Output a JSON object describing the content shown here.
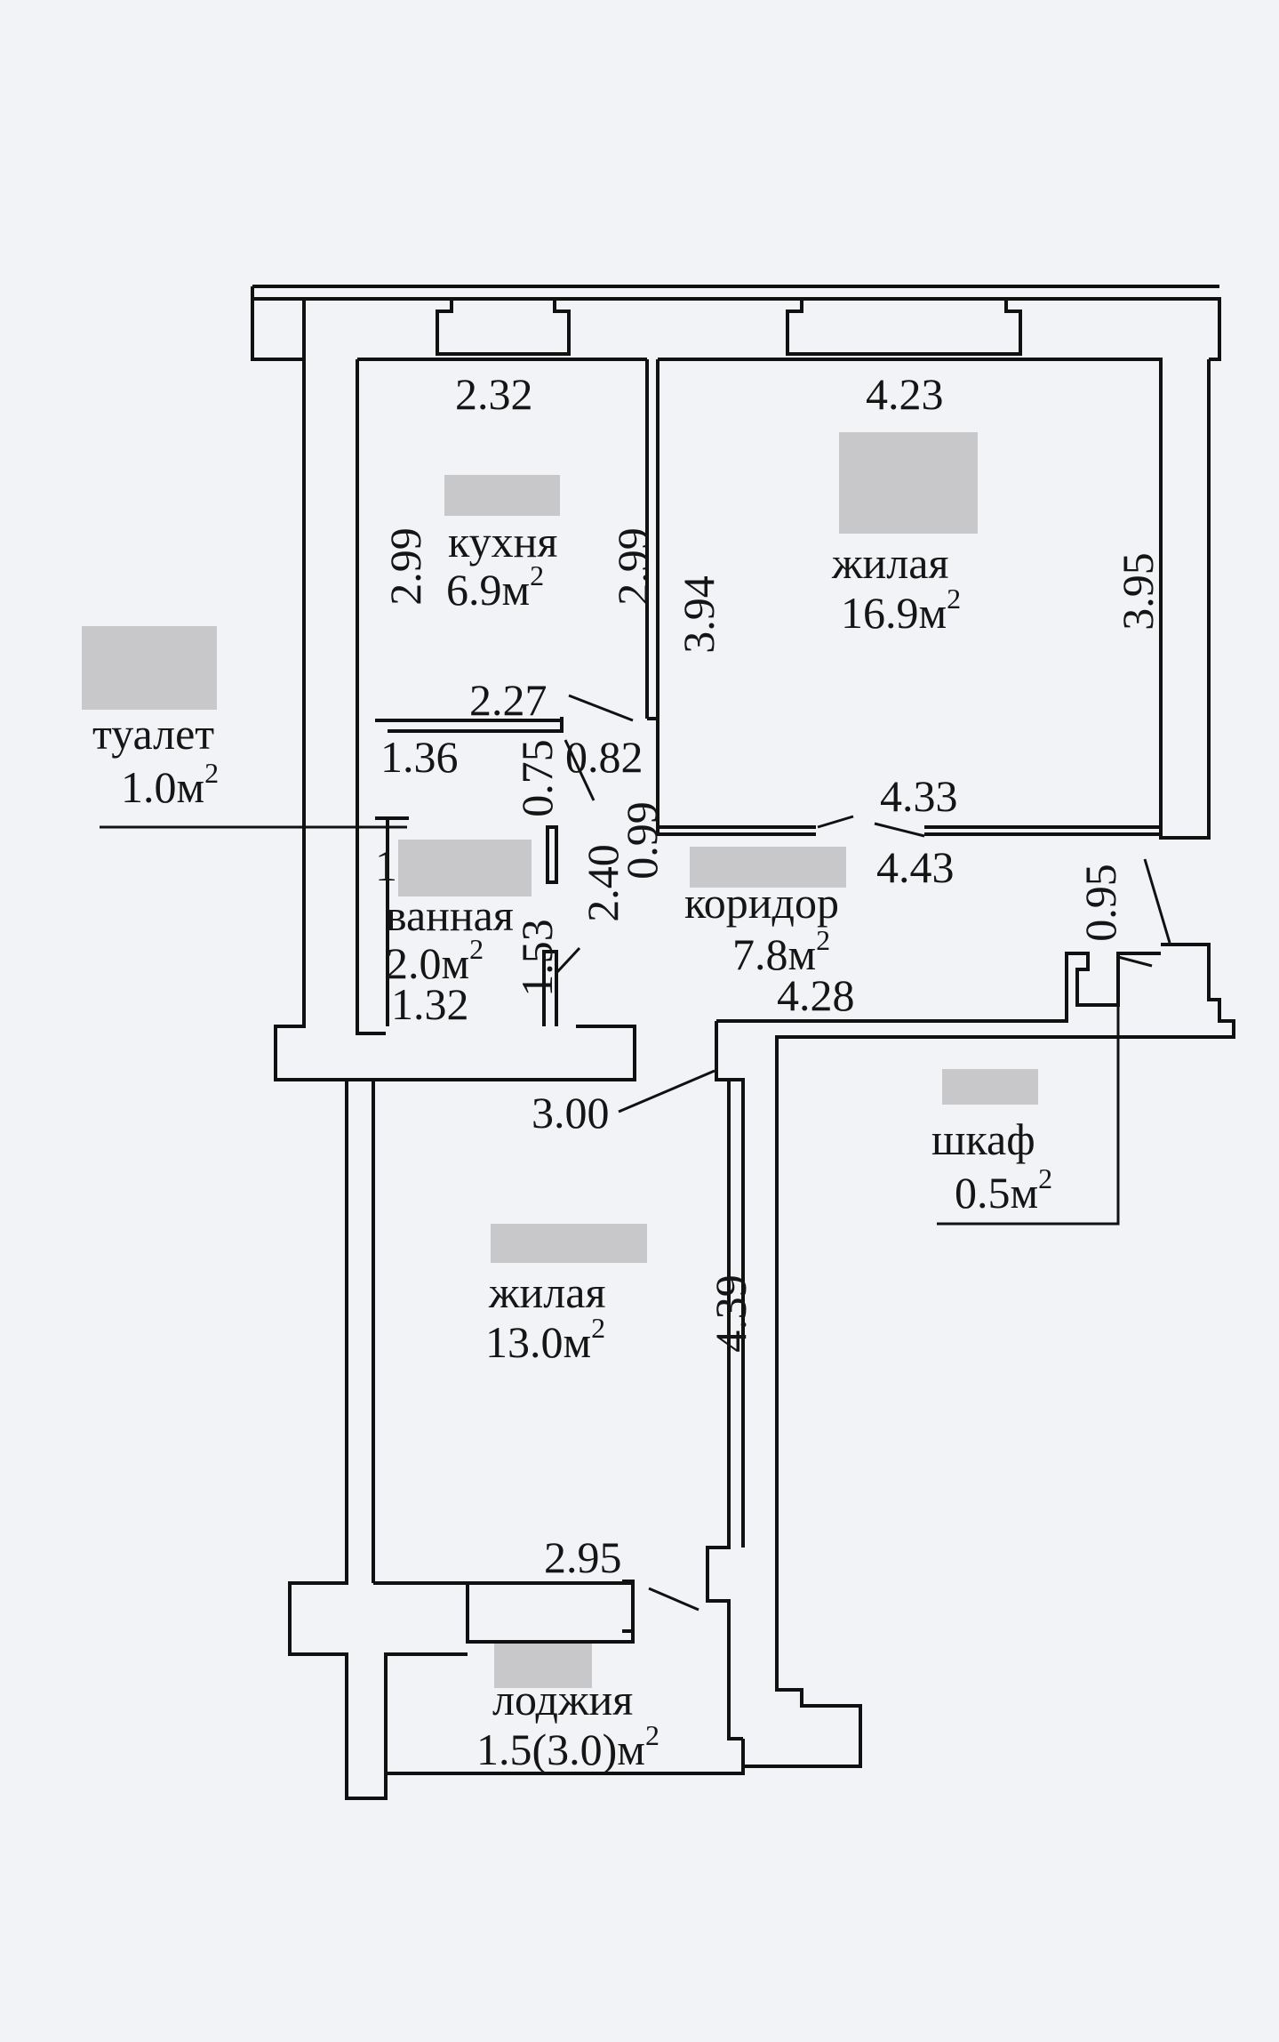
{
  "rooms": {
    "kitchen": {
      "name": "кухня",
      "area": "6.9м",
      "sup": "2"
    },
    "living_top": {
      "name": "жилая",
      "area": "16.9м",
      "sup": "2"
    },
    "toilet": {
      "name": "туалет",
      "area": "1.0м",
      "sup": "2"
    },
    "bathroom": {
      "name": "ванная",
      "area": "2.0м",
      "sup": "2"
    },
    "corridor": {
      "name": "коридор",
      "area": "7.8м",
      "sup": "2"
    },
    "closet": {
      "name": "шкаф",
      "area": "0.5м",
      "sup": "2"
    },
    "living_bottom": {
      "name": "жилая",
      "area": "13.0м",
      "sup": "2"
    },
    "loggia": {
      "name": "лоджия",
      "area": "1.5(3.0)м",
      "sup": "2"
    }
  },
  "dimensions": {
    "kitchen_width": "2.32",
    "kitchen_left_height": "2.99",
    "kitchen_right_height": "2.99",
    "kitchen_bottom": "2.27",
    "living_top_width": "4.23",
    "living_top_left_height": "3.94",
    "living_top_right_height": "3.95",
    "living_top_bottom_a": "4.33",
    "living_top_bottom_b": "4.43",
    "toilet_width": "1.36",
    "toilet_height": "0.75",
    "toilet_door": "0.82",
    "corridor_left": "0.99",
    "bath_corridor": "2.40",
    "bath_partial": "1",
    "bath_height": "1.53",
    "bath_width": "1.32",
    "closet_height": "0.95",
    "corridor_bottom": "4.28",
    "living_bottom_top": "3.00",
    "living_bottom_height": "4.39",
    "living_bottom_window": "2.95"
  }
}
